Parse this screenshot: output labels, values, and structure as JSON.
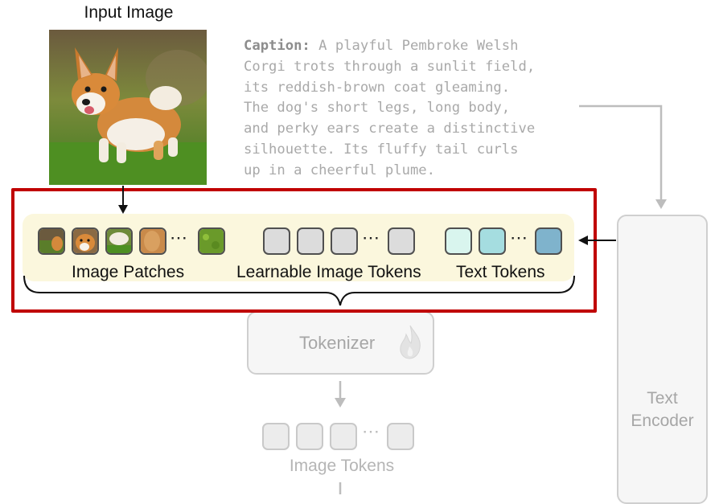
{
  "input": {
    "title": "Input Image"
  },
  "caption": {
    "label": "Caption:",
    "text": " A playful Pembroke Welsh\nCorgi trots through a sunlit field,\nits reddish-brown coat gleaming.\nThe dog's short legs, long body,\nand perky ears create a distinctive\nsilhouette. Its fluffy tail curls\nup in a cheerful plume."
  },
  "groups": {
    "image_patches": "Image Patches",
    "learnable_tokens": "Learnable Image Tokens",
    "text_tokens": "Text Tokens"
  },
  "tokenizer": {
    "label": "Tokenizer",
    "icon": "flame-icon"
  },
  "image_tokens": {
    "label": "Image Tokens"
  },
  "text_encoder": {
    "line1": "Text",
    "line2": "Encoder"
  },
  "colors": {
    "highlight_border": "#c00000",
    "group_background": "#fbf7dd",
    "text_token_light": "#d9f5ee",
    "text_token_mid": "#a5dde0",
    "text_token_dark": "#7fb3cc",
    "faded": "#cfcfcf"
  }
}
